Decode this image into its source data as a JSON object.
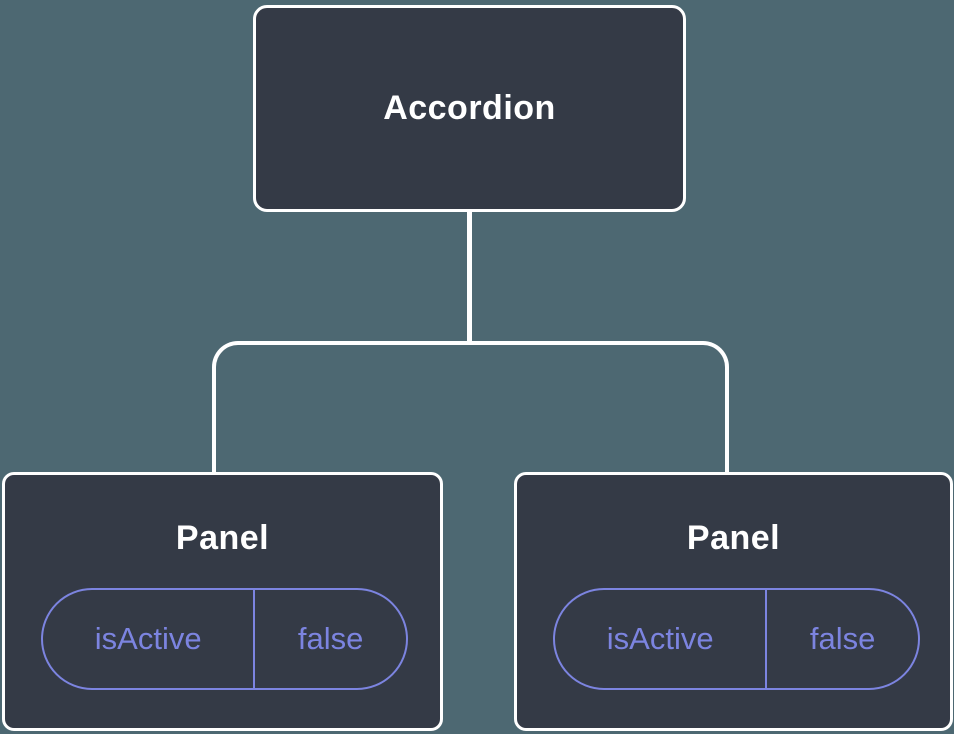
{
  "tree": {
    "root": {
      "label": "Accordion"
    },
    "children": [
      {
        "label": "Panel",
        "state": {
          "key": "isActive",
          "value": "false"
        }
      },
      {
        "label": "Panel",
        "state": {
          "key": "isActive",
          "value": "false"
        }
      }
    ]
  },
  "colors": {
    "background": "#4d6872",
    "node-fill": "#343a46",
    "node-border": "#ffffff",
    "line": "#ffffff",
    "accent": "#7c84e0"
  }
}
